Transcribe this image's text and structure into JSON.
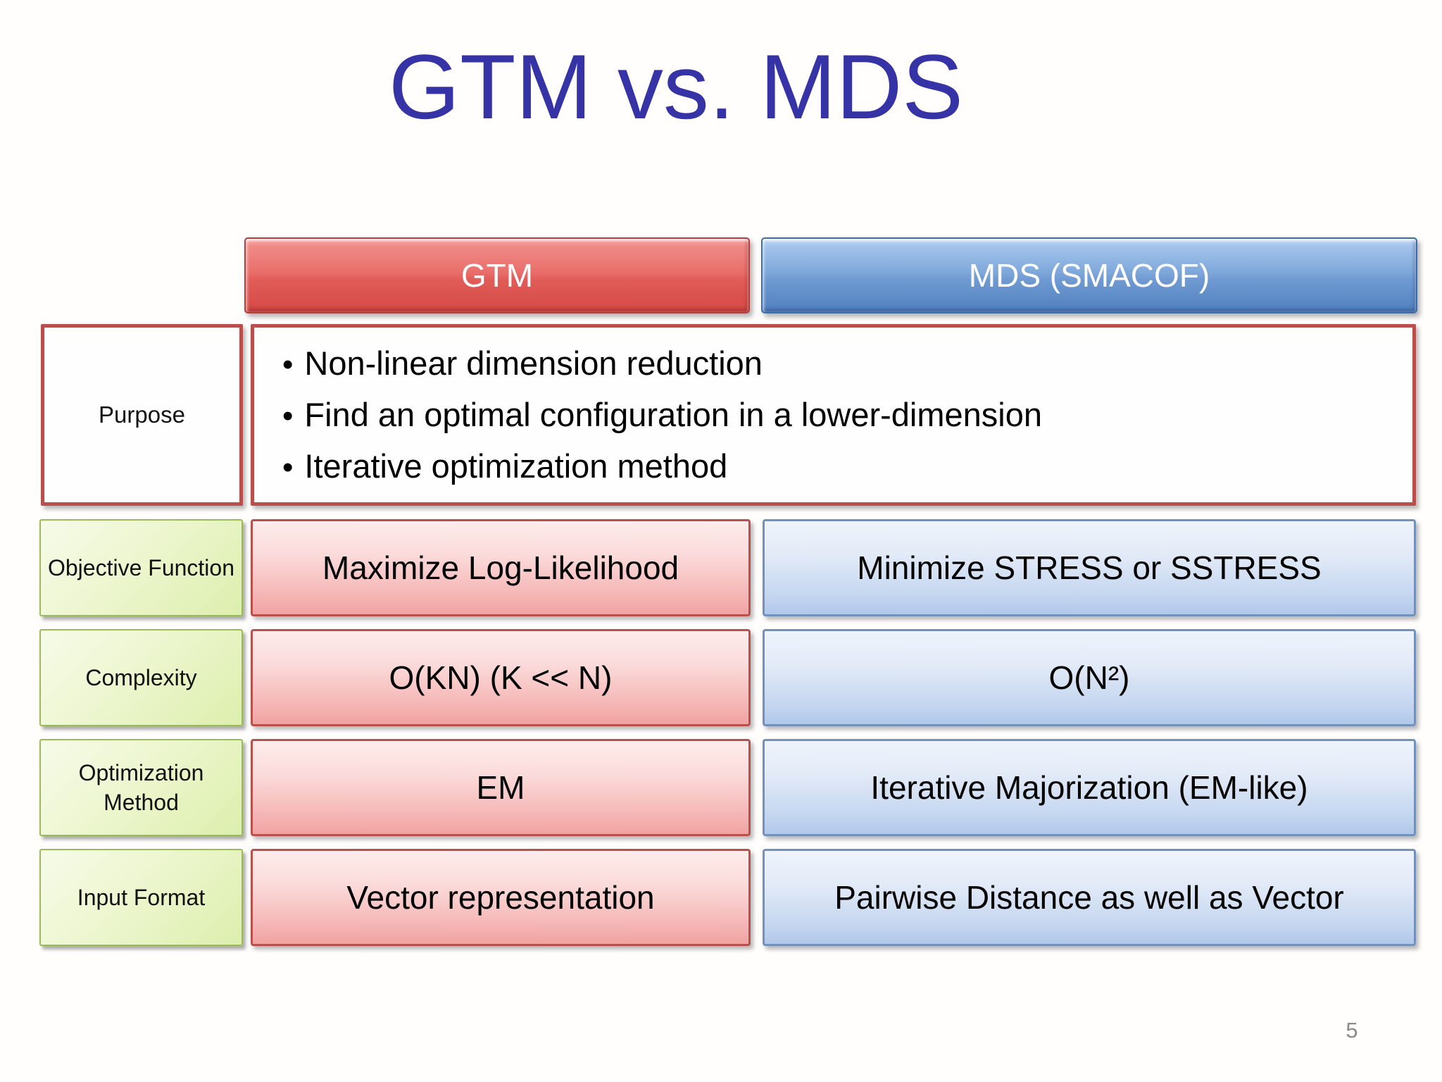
{
  "slide": {
    "title": "GTM vs. MDS",
    "page_number": "5"
  },
  "table": {
    "columns": [
      {
        "id": "gtm",
        "label": "GTM"
      },
      {
        "id": "mds",
        "label": "MDS (SMACOF)"
      }
    ],
    "purpose": {
      "label": "Purpose",
      "bullets": [
        "Non-linear dimension reduction",
        "Find an optimal configuration in a lower-dimension",
        "Iterative optimization method"
      ]
    },
    "rows": [
      {
        "label": "Objective Function",
        "gtm": "Maximize Log-Likelihood",
        "mds": "Minimize STRESS or SSTRESS"
      },
      {
        "label": "Complexity",
        "gtm": "O(KN) (K << N)",
        "mds": "O(N²)"
      },
      {
        "label": "Optimization Method",
        "gtm": "EM",
        "mds": "Iterative Majorization (EM-like)"
      },
      {
        "label": "Input Format",
        "gtm": "Vector representation",
        "mds": "Pairwise Distance as well as Vector"
      }
    ]
  },
  "colors": {
    "title": "#3633a6",
    "red_border": "#b84f4c",
    "green_border": "#9bbb59",
    "blue_border": "#7292bb",
    "gtm_accent": "#d9534f",
    "mds_accent": "#4a79b5",
    "page_gray": "#8a8a8a"
  }
}
